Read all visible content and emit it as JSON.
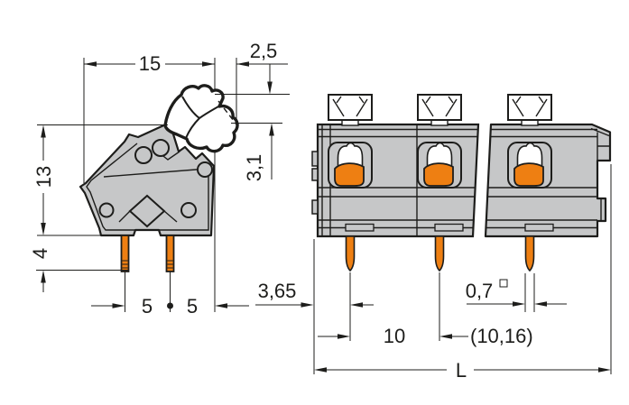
{
  "drawing": {
    "type": "terminal-block dimensional drawing, two views (side view and front view), dimensions in mm",
    "side_view": {
      "dim_total_width": "15",
      "dim_lever_projection": "2,5",
      "dim_lever_height": "3,1",
      "dim_body_height": "13",
      "dim_pin_length": "4",
      "dim_pin_spacing_a": "5",
      "dim_pin_spacing_b": "5"
    },
    "front_view": {
      "dim_edge_to_first_pin": "3,65",
      "dim_pole_pitch": "10",
      "dim_pitch_variants": "(10,16)",
      "dim_pin_width": "0,7",
      "dim_overall_length": "L"
    }
  },
  "colors": {
    "background": "#ffffff",
    "line": "#1d1d1b",
    "body_gray": "#c6c7c8",
    "lever_white": "#ffffff",
    "pin_orange": "#ee7f12"
  }
}
